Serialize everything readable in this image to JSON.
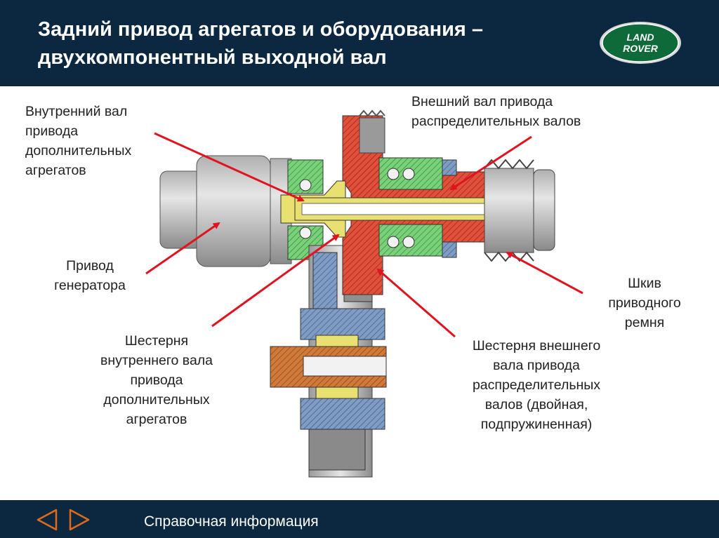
{
  "header": {
    "title_line1": "Задний привод агрегатов и оборудования –",
    "title_line2": "двухкомпонентный выходной вал",
    "logo_line1": "LAND",
    "logo_line2": "ROVER"
  },
  "labels": {
    "inner_shaft": [
      "Внутренний вал",
      "привода",
      "дополнительных",
      "агрегатов"
    ],
    "outer_shaft": [
      "Внешний вал привода",
      "распределительных валов"
    ],
    "generator": [
      "Привод",
      "генератора"
    ],
    "pulley": [
      "Шкив",
      "приводного",
      "ремня"
    ],
    "inner_gear": [
      "Шестерня",
      "внутреннего вала",
      "привода",
      "дополнительных",
      "агрегатов"
    ],
    "outer_gear": [
      "Шестерня внешнего",
      "вала привода",
      "распределительных",
      "валов (двойная,",
      "подпружиненная)"
    ]
  },
  "footer": {
    "text": "Справочная информация",
    "prev_icon": "triangle-left-icon",
    "next_icon": "triangle-right-icon"
  },
  "colors": {
    "navy": "#0b2840",
    "arrow_red": "#e0141e",
    "shaft_yellow": "#e8e070",
    "outer_shaft_red": "#e0503a",
    "bearing_green": "#6ecb6e",
    "gear_blue": "#6f8fb8",
    "bronze": "#c86a2a",
    "nav_orange": "#e06a1a",
    "logo_green": "#0f6a3a"
  }
}
